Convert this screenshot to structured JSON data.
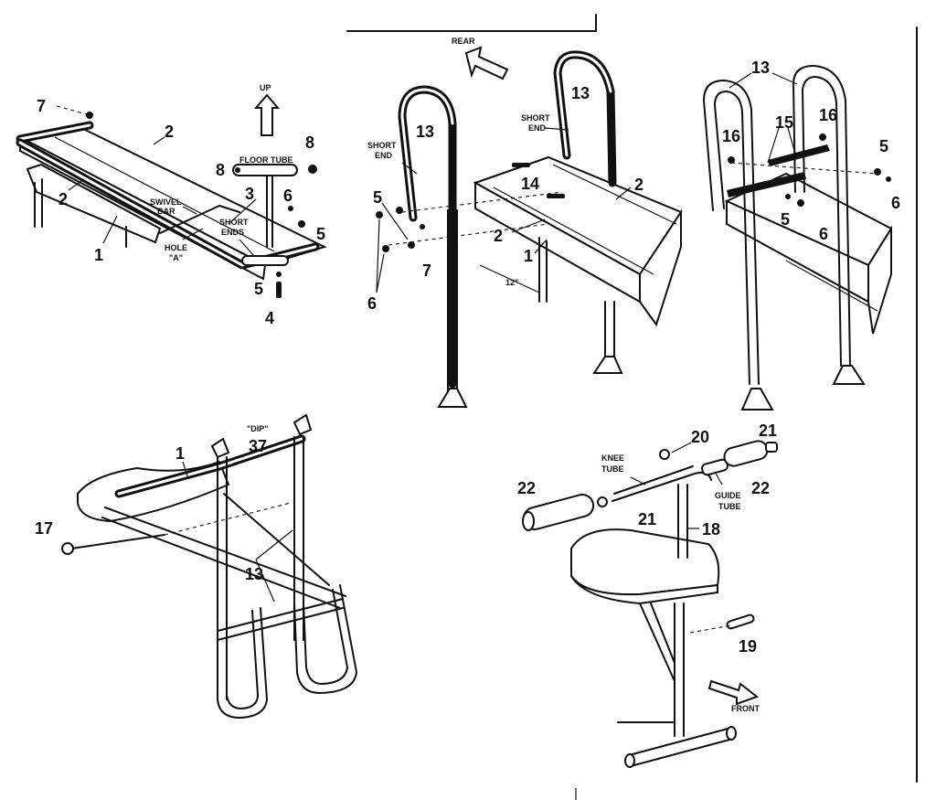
{
  "views": {
    "top_left": {
      "callouts": [
        "7",
        "2",
        "2",
        "1",
        "3",
        "8",
        "8",
        "6",
        "5",
        "5",
        "4"
      ],
      "labels": [
        "UP",
        "FLOOR TUBE",
        "SWIVEL",
        "BAR",
        "HOLE",
        "\"A\"",
        "SHORT",
        "ENDS"
      ]
    },
    "top_center": {
      "callouts": [
        "13",
        "13",
        "5",
        "7",
        "6",
        "14",
        "2",
        "2",
        "1"
      ],
      "labels": [
        "REAR",
        "SHORT",
        "END",
        "SHORT",
        "END",
        "12\""
      ]
    },
    "top_right": {
      "callouts": [
        "13",
        "16",
        "15",
        "16",
        "5",
        "6",
        "5",
        "6"
      ]
    },
    "bottom_left": {
      "callouts": [
        "1",
        "37",
        "17",
        "13"
      ],
      "labels": [
        "\"DIP\""
      ]
    },
    "bottom_right": {
      "callouts": [
        "20",
        "21",
        "22",
        "22",
        "21",
        "18",
        "19"
      ],
      "labels": [
        "KNEE",
        "TUBE",
        "GUIDE",
        "TUBE",
        "FRONT"
      ]
    }
  },
  "icons": [
    "up-arrow-icon",
    "rear-arrow-icon",
    "front-arrow-icon"
  ]
}
